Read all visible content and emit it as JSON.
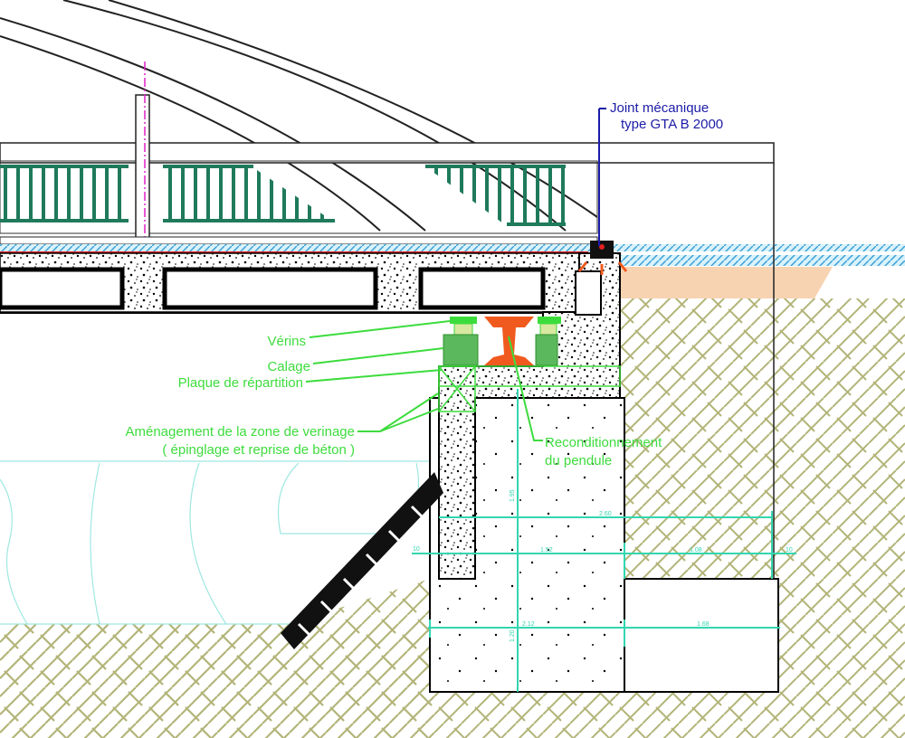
{
  "annotations": {
    "joint_line1": "Joint mécanique",
    "joint_line2": "type GTA B 2000",
    "verins": "Vérins",
    "calage": "Calage",
    "plaque": "Plaque de répartition",
    "amenagement_line1": "Aménagement de la zone de verinage",
    "amenagement_line2": "( épinglage et reprise de béton )",
    "recond_line1": "Reconditionnement",
    "recond_line2": "du pendule"
  },
  "dimensions": {
    "d1": "2.60",
    "d2": "1.52",
    "d3": "1.08",
    "d4": "10",
    "d5": "10",
    "d6": "2.12",
    "d7": "1.68",
    "d8": "1.95",
    "d9": "1.20"
  },
  "colors": {
    "label_green": "#3ddc3d",
    "joint_blue": "#1c1ca8",
    "dimension_cyan": "#33d6b0",
    "railing_green": "#1f7a5c",
    "soil_hatch": "#b3b57a",
    "pendulum_orange": "#f05a1e"
  }
}
